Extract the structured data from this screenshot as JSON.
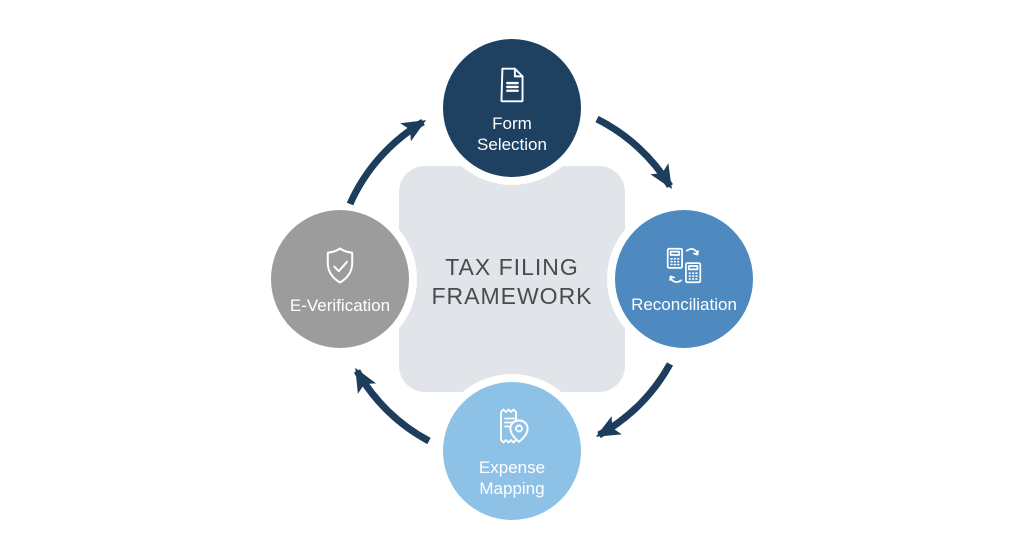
{
  "diagram": {
    "title": {
      "line1": "TAX FILING",
      "line2": "FRAMEWORK"
    },
    "nodes": [
      {
        "id": "form-selection",
        "label_line1": "Form",
        "label_line2": "Selection",
        "color": "#1e4162",
        "icon": "document-icon",
        "position": "top"
      },
      {
        "id": "reconciliation",
        "label_line1": "Reconciliation",
        "label_line2": "",
        "color": "#4e89bf",
        "icon": "calculator-swap-icon",
        "position": "right"
      },
      {
        "id": "expense-mapping",
        "label_line1": "Expense",
        "label_line2": "Mapping",
        "color": "#8ec1e6",
        "icon": "receipt-location-icon",
        "position": "bottom"
      },
      {
        "id": "e-verification",
        "label_line1": "E-Verification",
        "label_line2": "",
        "color": "#9c9c9d",
        "icon": "shield-check-icon",
        "position": "left"
      }
    ],
    "flow": {
      "direction": "clockwise",
      "sequence": [
        "E-Verification",
        "Form Selection",
        "Reconciliation",
        "Expense Mapping",
        "E-Verification"
      ]
    },
    "colors": {
      "arrow": "#1d3d5d",
      "center_shape": "#e1e4e8",
      "center_text": "#484b4f",
      "node_label_text": "#ffffff",
      "background": "#ffffff"
    }
  }
}
